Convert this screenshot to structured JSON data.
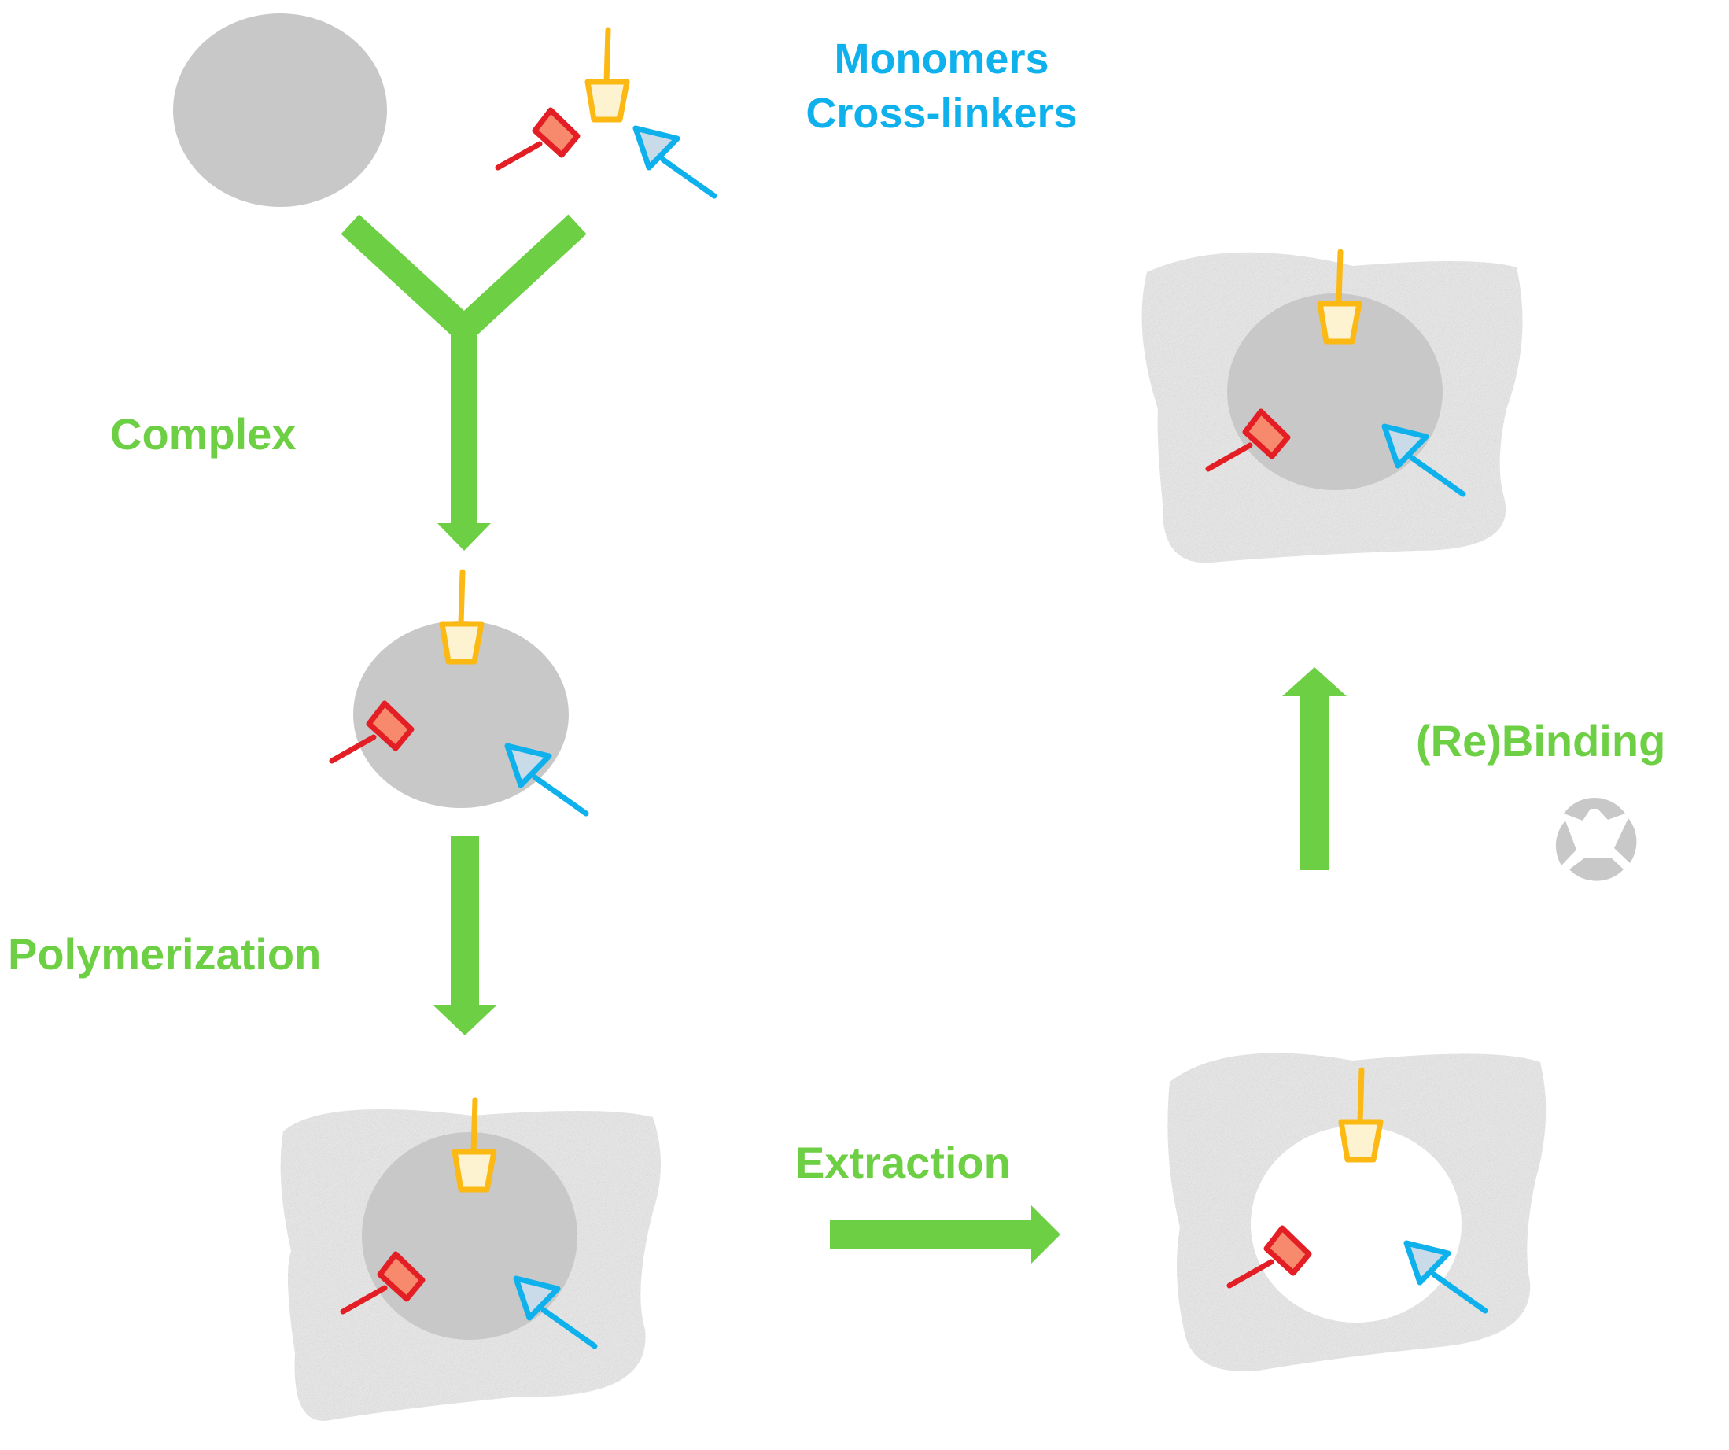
{
  "labels": {
    "monomers": "Monomers",
    "crosslinkers": "Cross-linkers",
    "complex": "Complex",
    "polymerization": "Polymerization",
    "extraction": "Extraction",
    "rebinding": "(Re)Binding"
  },
  "colors": {
    "label_green": "#6dcf43",
    "label_blue": "#0fb1ed",
    "arrow_green": "#6dcf43",
    "template_gray": "#c8c8c8",
    "polymer_gray": "#e6e6e6",
    "monomer_orange": "#fcb813",
    "monomer_orange_fill": "#fdf3d1",
    "monomer_red": "#e31e24",
    "monomer_red_fill": "#f7896c",
    "monomer_blue": "#0fb1ed",
    "monomer_blue_fill": "#c9dbe9"
  },
  "monomer_types": [
    "orange-cup",
    "red-diamond",
    "blue-arrow"
  ]
}
